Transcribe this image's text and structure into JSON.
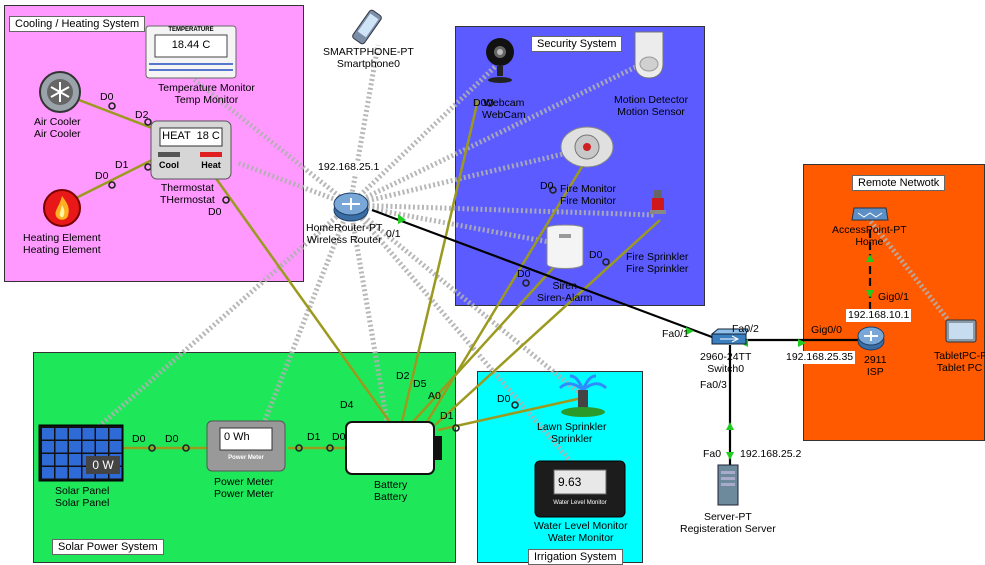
{
  "zones": {
    "cooling": {
      "title": "Cooling / Heating System",
      "color": "#ff99ff"
    },
    "security": {
      "title": "Security System",
      "color": "#5b5bff"
    },
    "remote": {
      "title": "Remote Netwotk",
      "color": "#ff5a00"
    },
    "solar": {
      "title": "Solar Power System",
      "color": "#1ee85a"
    },
    "irrigation": {
      "title": "Irrigation System",
      "color": "#00ffff"
    }
  },
  "devices": {
    "temp_monitor": {
      "type": "Temperature Monitor",
      "name": "Temp Monitor",
      "panel_header": "TEMPERATURE",
      "reading": "18.44 C"
    },
    "air_cooler": {
      "type": "Air Cooler",
      "name": "Air Cooler"
    },
    "thermostat": {
      "type": "Thermostat",
      "name": "THermostat",
      "display": "HEAT  18 C",
      "cool_label": "Cool",
      "heat_label": "Heat"
    },
    "heating_element": {
      "type": "Heating Element",
      "name": "Heating Element"
    },
    "smartphone": {
      "type": "SMARTPHONE-PT",
      "name": "Smartphone0"
    },
    "webcam": {
      "type": "Webcam",
      "name": "WebCam"
    },
    "motion": {
      "type": "Motion Detector",
      "name": "Motion Sensor"
    },
    "fire_monitor": {
      "type": "Fire Monitor",
      "name": "Fire Monitor"
    },
    "fire_sprinkler": {
      "type": "Fire Sprinkler",
      "name": "Fire Sprinkler"
    },
    "siren": {
      "type": "Siren",
      "name": "Siren-Alarm"
    },
    "home_router": {
      "type": "HomeRouter-PT",
      "name": "Wireless Router",
      "ip": "192.168.25.1"
    },
    "access_point": {
      "type": "AccessPoint-PT",
      "name": "Home"
    },
    "isp": {
      "type": "2911",
      "name": "ISP"
    },
    "tablet": {
      "type": "TabletPC-P",
      "name": "Tablet PC"
    },
    "switch": {
      "type": "2960-24TT",
      "name": "Switch0"
    },
    "server": {
      "type": "Server-PT",
      "name": "Registeration Server"
    },
    "solar_panel": {
      "type": "Solar Panel",
      "name": "Solar Panel",
      "reading": "0 W"
    },
    "power_meter": {
      "type": "Power Meter",
      "name": "Power Meter",
      "reading": "0 Wh",
      "panel_label": "Power Meter"
    },
    "battery": {
      "type": "Battery",
      "name": "Battery"
    },
    "lawn_sprinkler": {
      "type": "Lawn Sprinkler",
      "name": "Sprinkler"
    },
    "water_monitor": {
      "type": "Water Level Monitor",
      "name": "Water Monitor",
      "reading": "9.63",
      "panel_label": "Water Level Monitor"
    }
  },
  "ports": {
    "cooler_d0": "D0",
    "thermo_d2": "D2",
    "heat_d0": "D0",
    "thermo_d1": "D1",
    "thermo_d0": "D0",
    "webcam_d0": "D0",
    "firemon_d0": "D0",
    "siren_d0": "D0",
    "firespr_d0": "D0",
    "router_port": "0/1",
    "switch_fa01": "Fa0/1",
    "switch_fa02": "Fa0/2",
    "switch_fa03": "Fa0/3",
    "isp_gig00": "Gig0/0",
    "isp_gig01": "Gig0/1",
    "server_fa0": "Fa0",
    "solar_d0": "D0",
    "pm_d0": "D0",
    "pm_d1": "D1",
    "batt_d0": "D0",
    "batt_d4": "D4",
    "batt_d2": "D2",
    "batt_d5": "D5",
    "batt_a0": "A0",
    "batt_d1": "D1",
    "lawn_d0": "D0"
  },
  "ip_labels": {
    "isp_gig01_ip": "192.168.10.1",
    "isp_gig00_ip": "192.168.25.35",
    "server_ip": "192.168.25.2"
  },
  "colors": {
    "iot_cable": "#9c9a1e",
    "ethernet": "#000000",
    "wireless": "#b0b0b0",
    "link_up": "#1fcc1f"
  }
}
